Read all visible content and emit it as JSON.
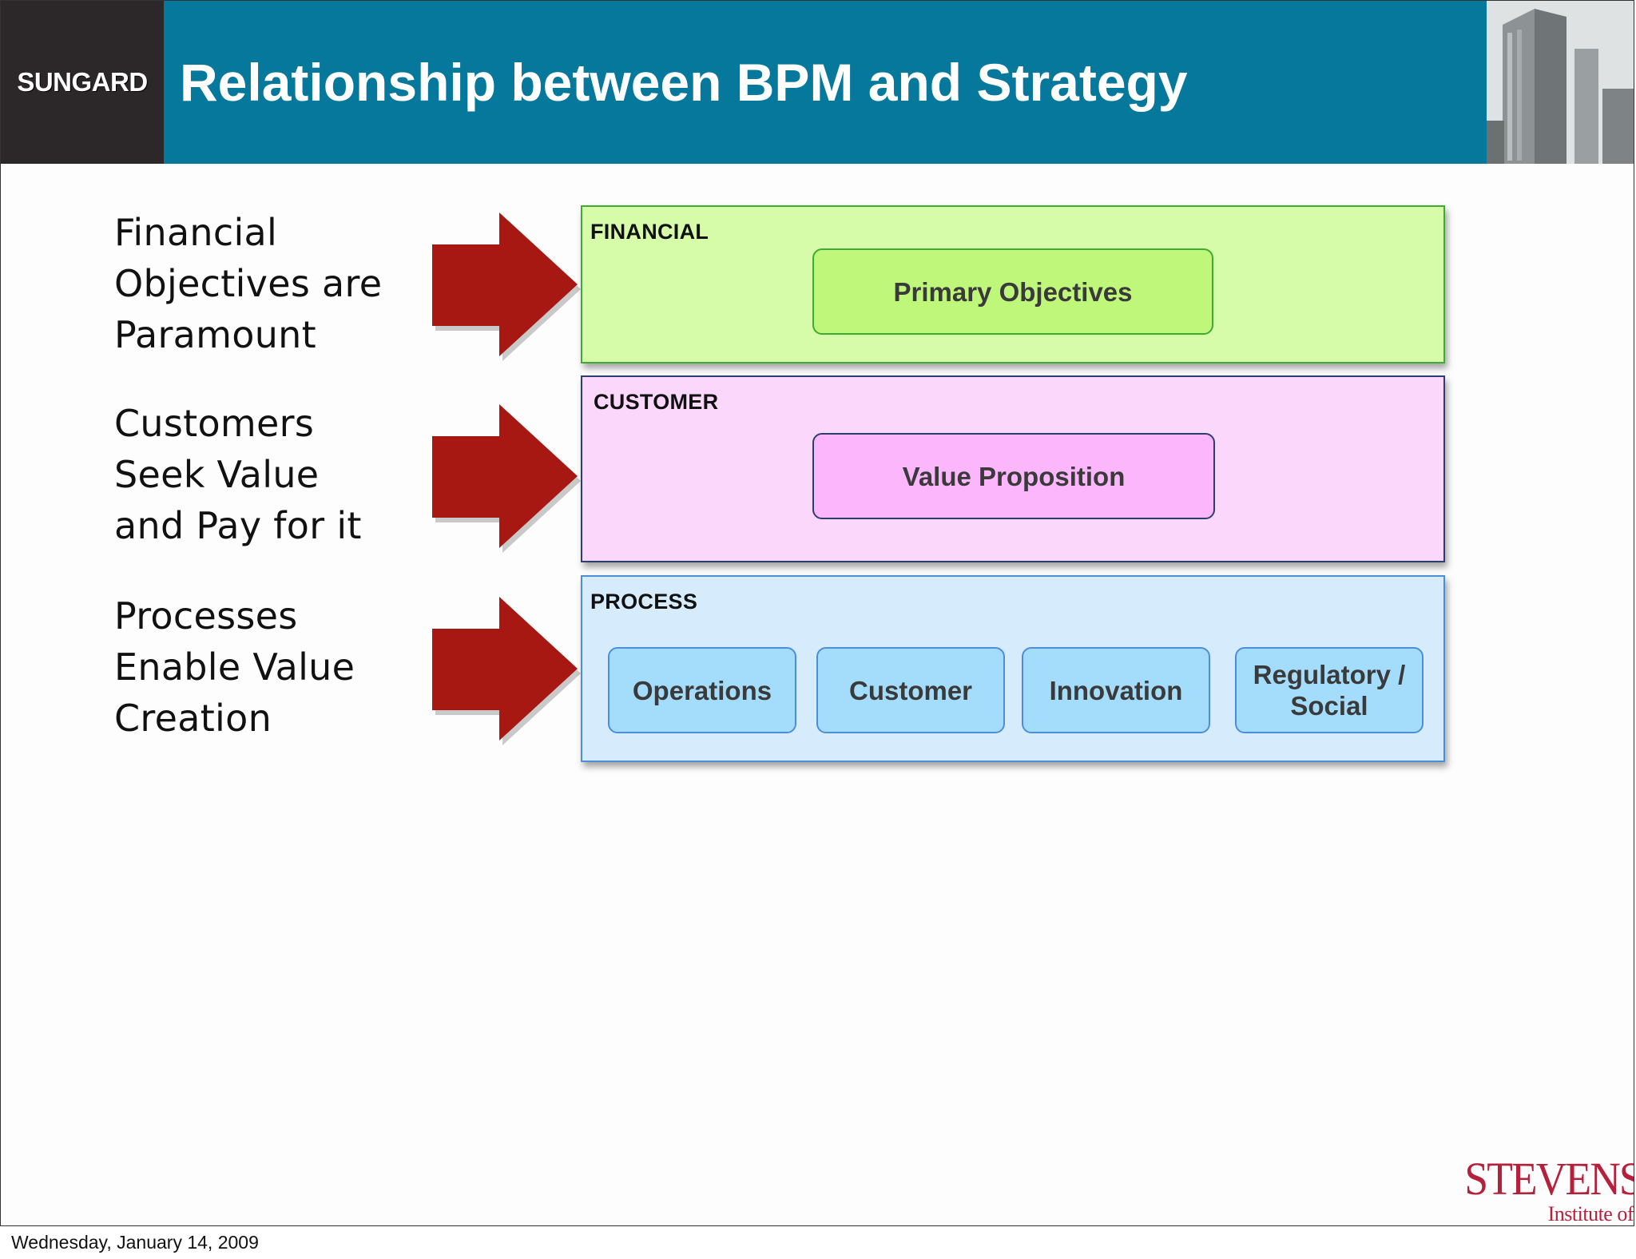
{
  "header": {
    "logo_text": "SUNGARD",
    "title": "Relationship between BPM and Strategy"
  },
  "statements": [
    {
      "text": "Financial\nObjectives are\nParamount"
    },
    {
      "text": "Customers\nSeek Value\nand Pay for it"
    },
    {
      "text": "Processes\nEnable Value\nCreation"
    }
  ],
  "panels": {
    "financial": {
      "label": "FINANCIAL",
      "items": [
        "Primary Objectives"
      ]
    },
    "customer": {
      "label": "CUSTOMER",
      "items": [
        "Value Proposition"
      ]
    },
    "process": {
      "label": "PROCESS",
      "items": [
        "Operations",
        "Customer",
        "Innovation",
        "Regulatory / Social"
      ]
    }
  },
  "colors": {
    "header_bg": "#05789c",
    "logo_bg": "#2c282a",
    "arrow": "#a81812",
    "financial_fill": "#d7fca9",
    "customer_fill": "#fcd7fc",
    "process_fill": "#d6ecfc"
  },
  "footer": {
    "date": "Wednesday, January 14, 2009",
    "institution_name": "STEVENS",
    "institution_sub": "Institute of Technology"
  }
}
